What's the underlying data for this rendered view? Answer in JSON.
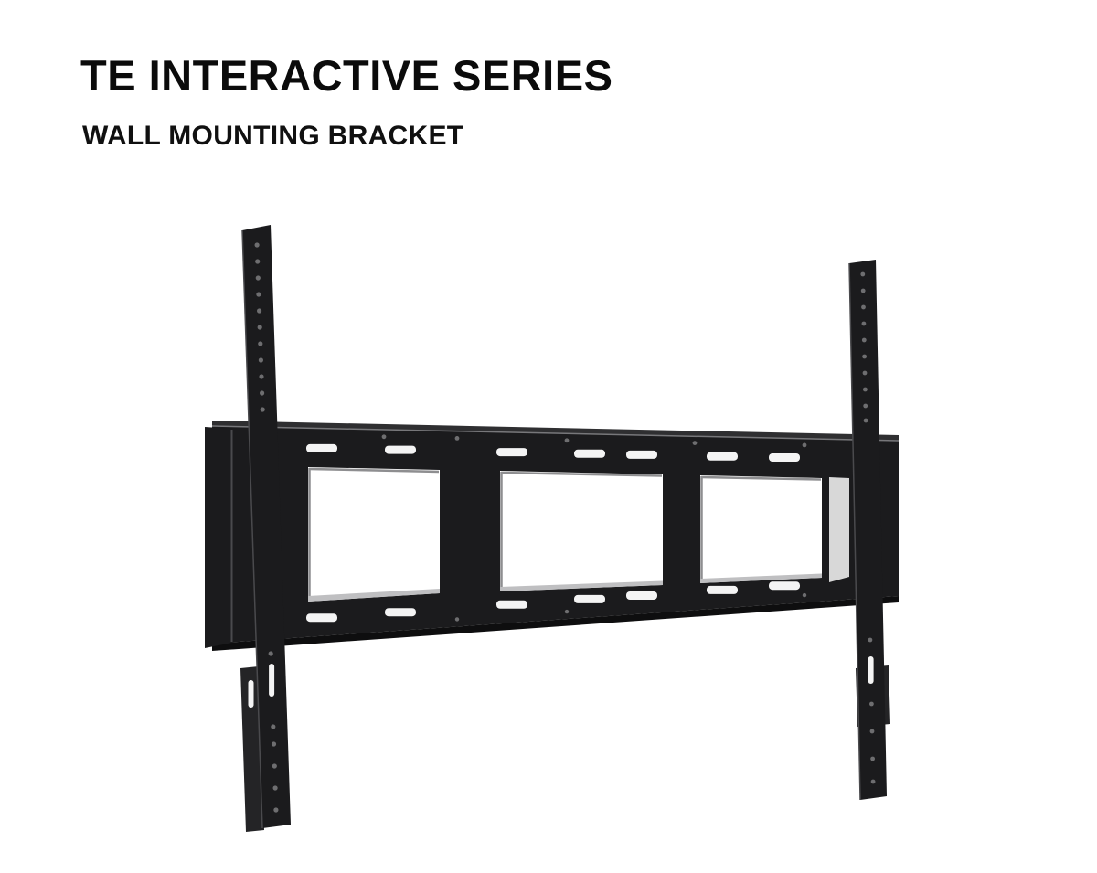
{
  "page": {
    "background_color": "#ffffff"
  },
  "header": {
    "title": "TE INTERACTIVE SERIES",
    "subtitle": "WALL MOUNTING BRACKET"
  },
  "product": {
    "name": "Wall mounting bracket",
    "description": "Black wall mounting bracket in three-quarter view: two vertical display rails with rows of mounting holes and a horizontal wall plate with three large rectangular openings and rows of mounting slots.",
    "colors": {
      "metal": "#1b1b1d",
      "metal_dark": "#0e0e0f",
      "metal_mid": "#2f2f31",
      "metal_tab": "#242426",
      "edge_highlight": "#77777a",
      "rail_edge": "#4a4a4d",
      "hole": "#6e6e70",
      "slot": "#f4f4f4",
      "gap_shade": "#d8d8d8",
      "lip": "#bfbfc1",
      "inner_shadow": "#8e8e90"
    }
  }
}
